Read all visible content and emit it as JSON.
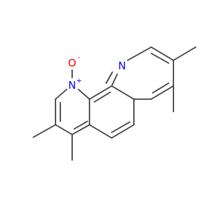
{
  "molecule": {
    "atoms": [
      {
        "id": "N1",
        "element": "N",
        "label": "N",
        "charge_label": "+",
        "color": "#0000ff"
      },
      {
        "id": "O1",
        "element": "O",
        "label": "O",
        "charge_label": "-",
        "color": "#ff0000"
      },
      {
        "id": "N2",
        "element": "N",
        "label": "N",
        "charge_label": "",
        "color": "#0000ff"
      }
    ],
    "bond_color": "#404040"
  }
}
